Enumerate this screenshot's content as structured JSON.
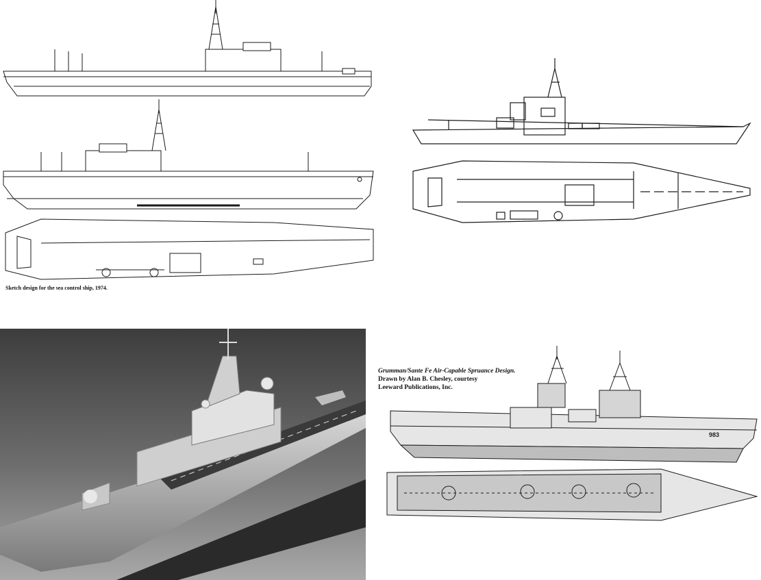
{
  "panels": {
    "sketch_1974": {
      "caption": "Sketch design for the sea control ship, 1974."
    },
    "drawing_outline": {},
    "model_photo": {},
    "spruance_design": {
      "caption_line1": "Grumman/Sante Fe Air-Capable Spruance Design.",
      "caption_line2": "Drawn by Alan B. Chesley, courtesy",
      "caption_line3": "Leeward Publications, Inc.",
      "hull_number": "983"
    }
  },
  "colors": {
    "line": "#1a1a1a",
    "photo_bg": "#4a4a4a",
    "deck_gray": "#c8c8c8",
    "drawing_fill": "#e6e6e6"
  }
}
